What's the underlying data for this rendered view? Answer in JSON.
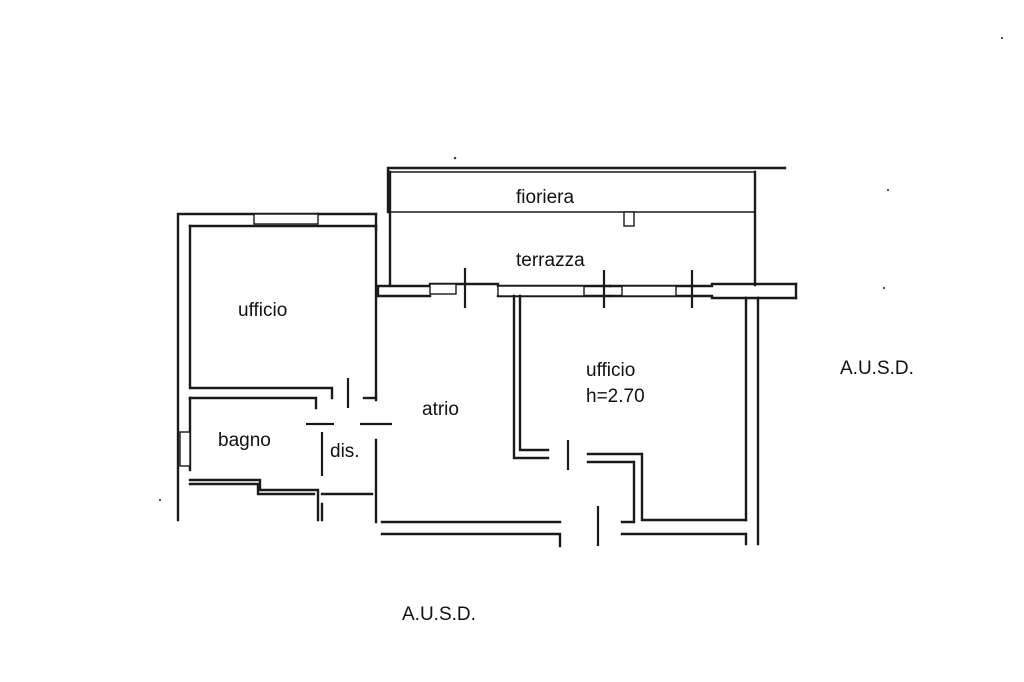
{
  "plan": {
    "rooms": {
      "fioriera": "fioriera",
      "terrazza": "terrazza",
      "ufficio_left": "ufficio",
      "atrio": "atrio",
      "ufficio_right": "ufficio",
      "ufficio_right_height": "h=2.70",
      "bagno": "bagno",
      "dis": "dis."
    },
    "neighbors": {
      "east": "A.U.S.D.",
      "south": "A.U.S.D."
    }
  },
  "colors": {
    "line": "#1a1a1a",
    "background": "#ffffff"
  }
}
